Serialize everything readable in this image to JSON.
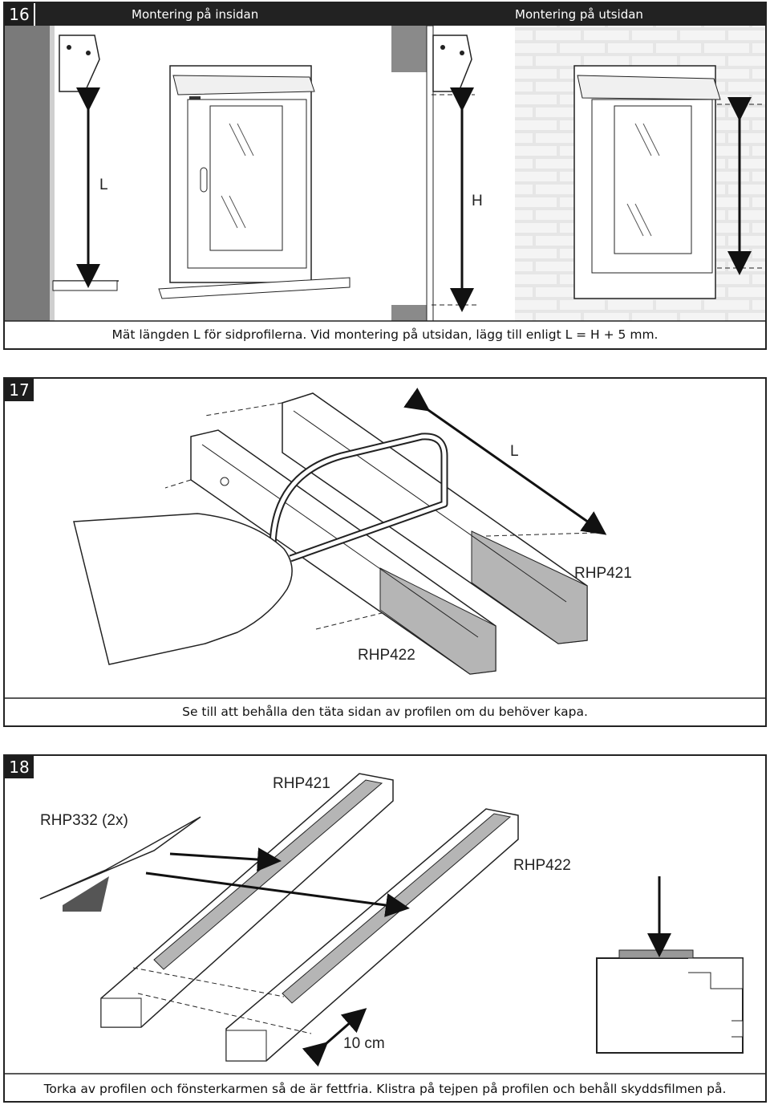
{
  "step16": {
    "number": "16",
    "inside_title": "Montering på insidan",
    "outside_title": "Montering på utsidan",
    "label_L": "L",
    "label_H": "H",
    "caption": "Mät längden L för sidprofilerna. Vid montering på utsidan, lägg till enligt L = H + 5 mm."
  },
  "step17": {
    "number": "17",
    "label_L": "L",
    "profile_a": "RHP421",
    "profile_b": "RHP422",
    "caption": "Se till att behålla den täta sidan av profilen om du behöver kapa."
  },
  "step18": {
    "number": "18",
    "tape_label": "RHP332 (2x)",
    "profile_a": "RHP421",
    "profile_b": "RHP422",
    "distance_label": "10 cm",
    "caption": "Torka av profilen och fönsterkarmen så de är fettfria. Klistra på tejpen på profilen och behåll skyddsfilmen på."
  }
}
